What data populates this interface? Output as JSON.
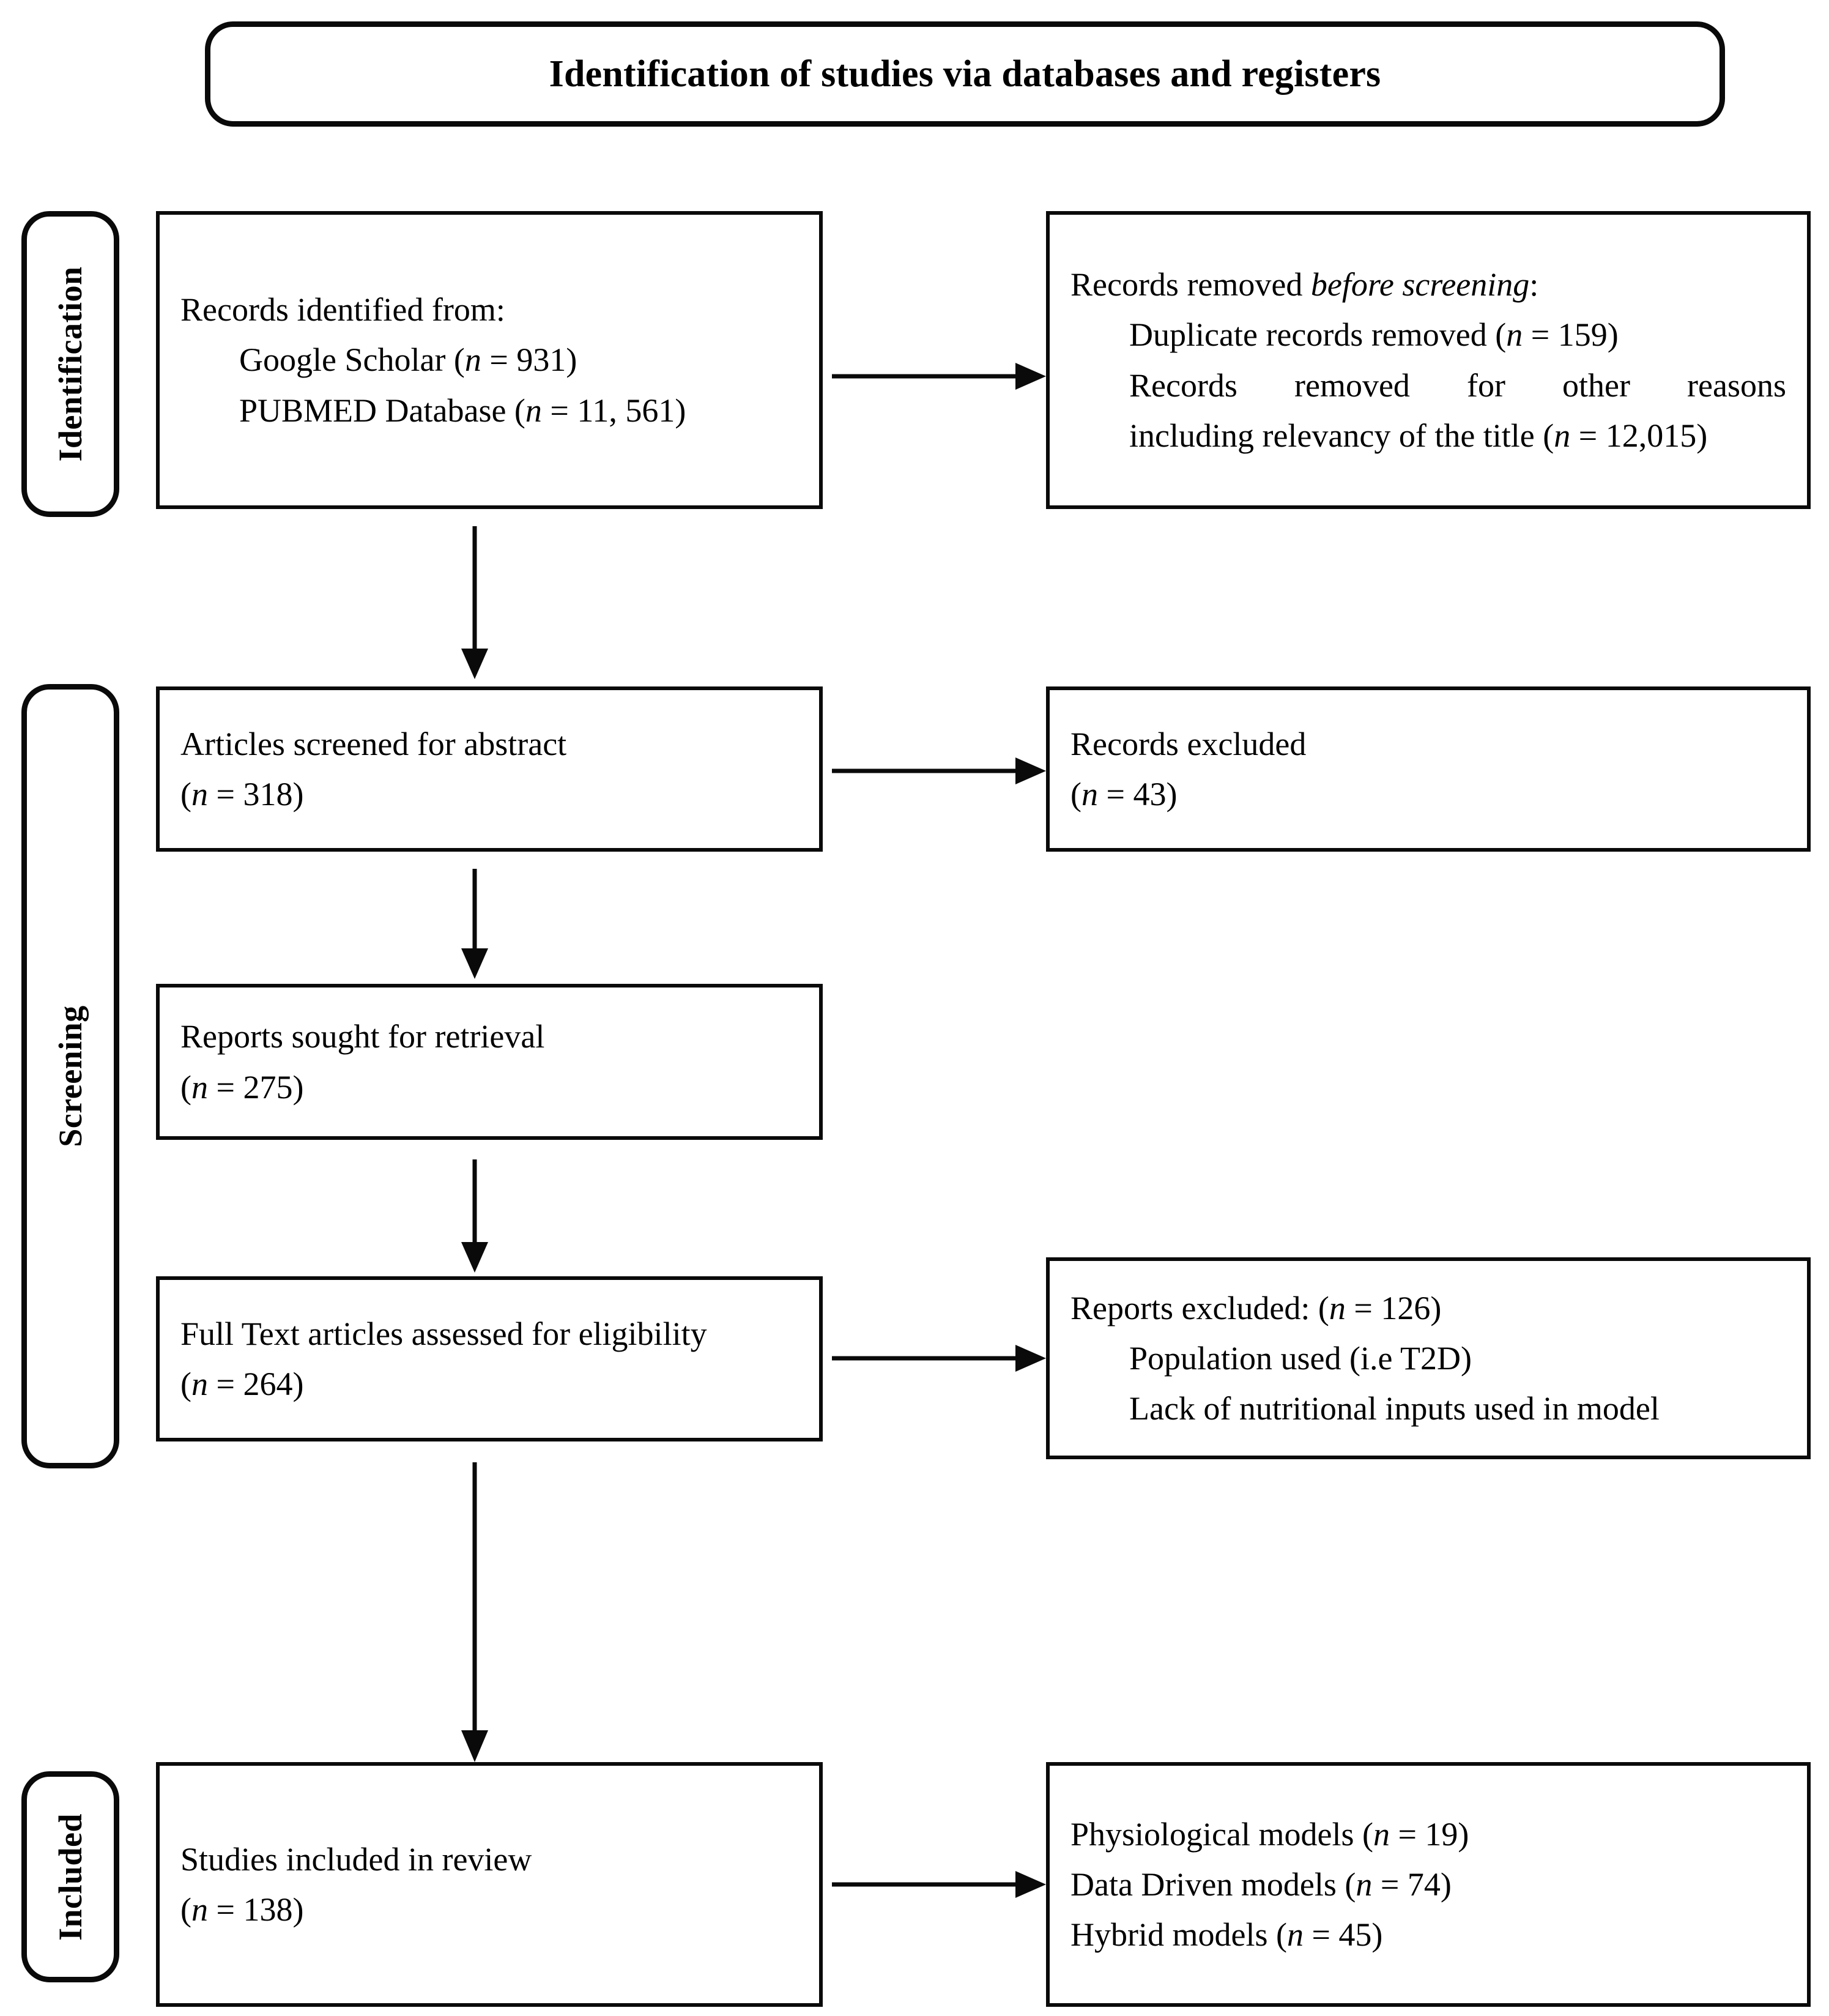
{
  "diagram": {
    "title": "Identification of studies via databases and registers",
    "stages": [
      {
        "id": "identification",
        "label": "Identification"
      },
      {
        "id": "screening",
        "label": "Screening"
      },
      {
        "id": "included",
        "label": "Included"
      }
    ],
    "boxes": {
      "records_identified": {
        "heading": "Records identified from:",
        "items": [
          {
            "text": "Google Scholar (",
            "nvar": "n",
            "eq": " = ",
            "count": "931",
            "close": ")"
          },
          {
            "text": "PUBMED Database (",
            "nvar": "n",
            "eq": " = ",
            "count": "11, 561",
            "close": ")"
          }
        ],
        "line1": "Records identified from:",
        "line2_pre": "Google Scholar (",
        "line2_n": "n",
        "line2_post": " = 931)",
        "line3_pre": "PUBMED Database (",
        "line3_n": "n",
        "line3_post": " = 11, 561)"
      },
      "records_removed": {
        "line1_pre": "Records removed ",
        "line1_em": "before screening",
        "line1_post": ":",
        "line2_pre": "Duplicate records removed (",
        "line2_n": "n",
        "line2_post": " = 159)",
        "line3": "Records removed for other reasons",
        "line4_pre": "including relevancy of the title (",
        "line4_n": "n",
        "line4_post": " = 12,015)"
      },
      "articles_screened": {
        "line1": "Articles screened for abstract",
        "line2_pre": "(",
        "line2_n": "n",
        "line2_post": " = 318)"
      },
      "records_excluded": {
        "line1": "Records excluded",
        "line2_pre": "(",
        "line2_n": "n",
        "line2_post": " = 43)"
      },
      "reports_sought": {
        "line1": "Reports sought for retrieval",
        "line2_pre": "(",
        "line2_n": "n",
        "line2_post": " = 275)"
      },
      "full_text_assessed": {
        "line1": "Full Text articles assessed for eligibility",
        "line2_pre": "(",
        "line2_n": "n",
        "line2_post": " = 264)"
      },
      "reports_excluded": {
        "line1_pre": "Reports excluded: (",
        "line1_n": "n",
        "line1_post": " = 126)",
        "line2": "Population used (i.e T2D)",
        "line3": "Lack of nutritional inputs used in model"
      },
      "studies_included": {
        "line1": "Studies included in review",
        "line2_pre": "(",
        "line2_n": "n",
        "line2_post": " = 138)"
      },
      "model_breakdown": {
        "line1_pre": "Physiological models (",
        "line1_n": "n",
        "line1_post": " = 19)",
        "line2_pre": "Data Driven models (",
        "line2_n": "n",
        "line2_post": " = 74)",
        "line3_pre": "Hybrid models (",
        "line3_n": "n",
        "line3_post": " = 45)"
      }
    },
    "counts": {
      "google_scholar": 931,
      "pubmed": 11561,
      "duplicates_removed": 159,
      "other_reasons_removed": 12015,
      "screened_abstract": 318,
      "records_excluded": 43,
      "reports_sought": 275,
      "full_text_assessed": 264,
      "reports_excluded": 126,
      "studies_included": 138,
      "physiological_models": 19,
      "data_driven_models": 74,
      "hybrid_models": 45
    },
    "colors": {
      "stroke": "#0a0a0a",
      "background": "#ffffff",
      "text": "#000000"
    }
  }
}
